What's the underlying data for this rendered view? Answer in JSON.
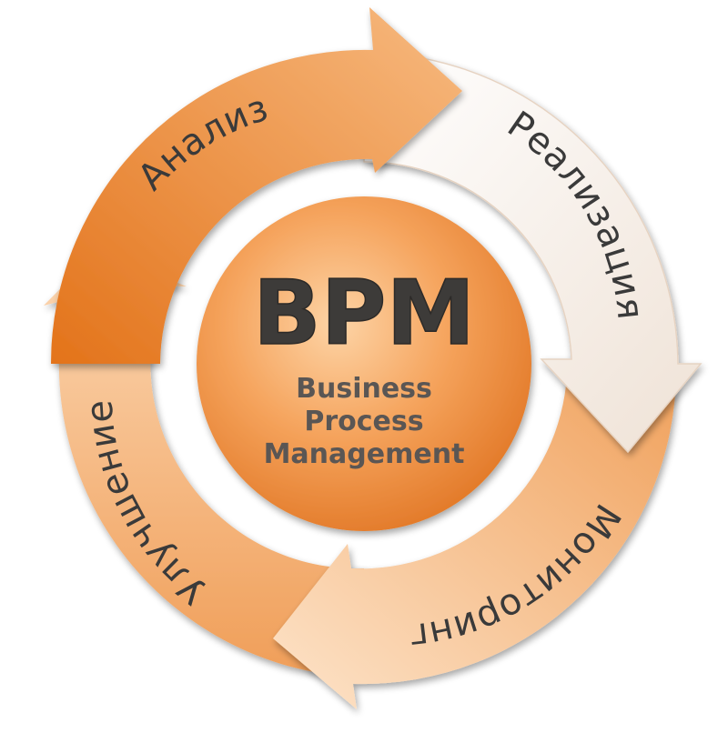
{
  "center": {
    "title": "BPM",
    "subtitle_lines": [
      "Business",
      "Process",
      "Management"
    ]
  },
  "segments": [
    {
      "label": "Анализ"
    },
    {
      "label": "Реализация"
    },
    {
      "label": "Мониторинг"
    },
    {
      "label": "Улучшение"
    }
  ],
  "colors": {
    "center_light": "#fbc58f",
    "center_dark": "#e0741f",
    "analysis_dark": "#e67e22",
    "analysis_light": "#f6b77a",
    "implementation_dark": "#f3e7dd",
    "implementation_light": "#ffffff",
    "monitoring_dark": "#f2a767",
    "monitoring_light": "#fde5cc",
    "improvement_dark": "#f2a460",
    "improvement_light": "#fbd6b1",
    "text": "#3a3a3a"
  }
}
